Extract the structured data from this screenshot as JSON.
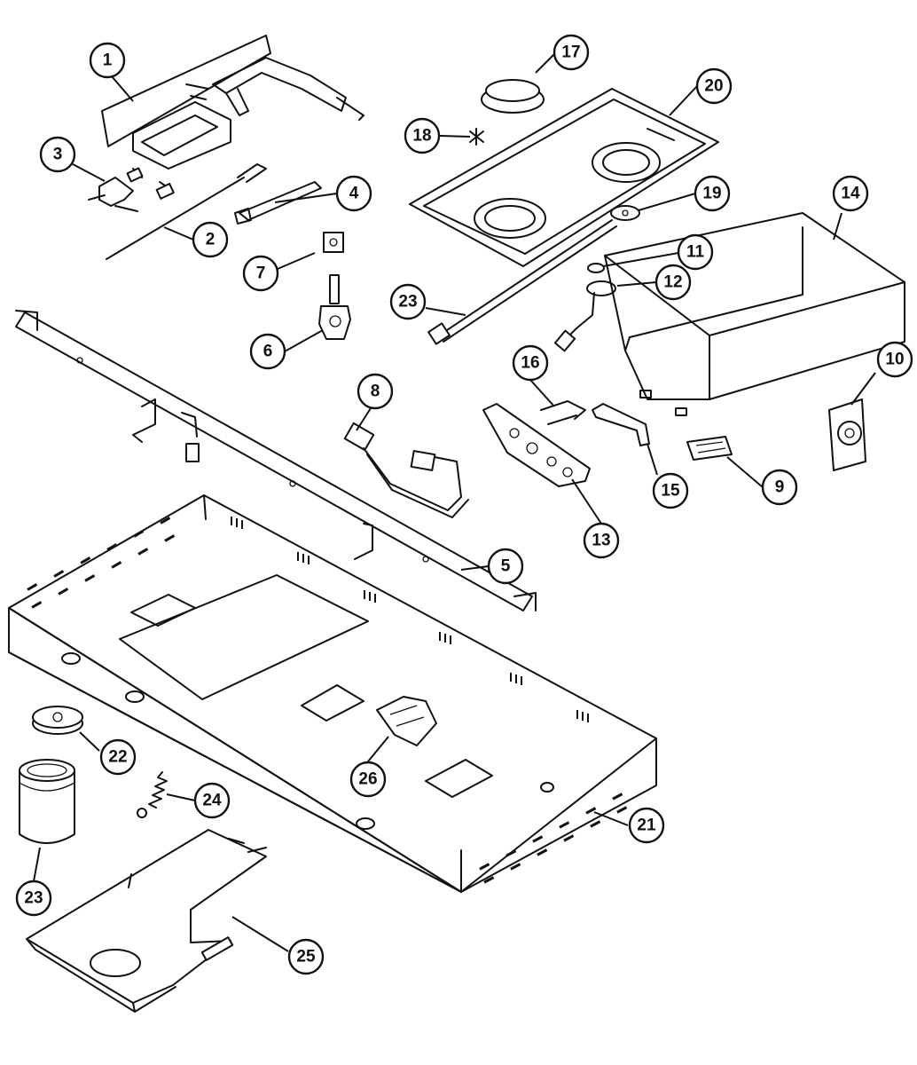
{
  "callouts": [
    {
      "id": "c1",
      "label": "1"
    },
    {
      "id": "c2",
      "label": "2"
    },
    {
      "id": "c3",
      "label": "3"
    },
    {
      "id": "c4",
      "label": "4"
    },
    {
      "id": "c5",
      "label": "5"
    },
    {
      "id": "c6",
      "label": "6"
    },
    {
      "id": "c7",
      "label": "7"
    },
    {
      "id": "c8",
      "label": "8"
    },
    {
      "id": "c9",
      "label": "9"
    },
    {
      "id": "c10",
      "label": "10"
    },
    {
      "id": "c11",
      "label": "11"
    },
    {
      "id": "c12",
      "label": "12"
    },
    {
      "id": "c13",
      "label": "13"
    },
    {
      "id": "c14",
      "label": "14"
    },
    {
      "id": "c15",
      "label": "15"
    },
    {
      "id": "c16",
      "label": "16"
    },
    {
      "id": "c17",
      "label": "17"
    },
    {
      "id": "c18",
      "label": "18"
    },
    {
      "id": "c19",
      "label": "19"
    },
    {
      "id": "c20",
      "label": "20"
    },
    {
      "id": "c21",
      "label": "21"
    },
    {
      "id": "c22",
      "label": "22"
    },
    {
      "id": "c23a",
      "label": "23"
    },
    {
      "id": "c23b",
      "label": "23"
    },
    {
      "id": "c24",
      "label": "24"
    },
    {
      "id": "c25",
      "label": "25"
    },
    {
      "id": "c26",
      "label": "26"
    }
  ]
}
